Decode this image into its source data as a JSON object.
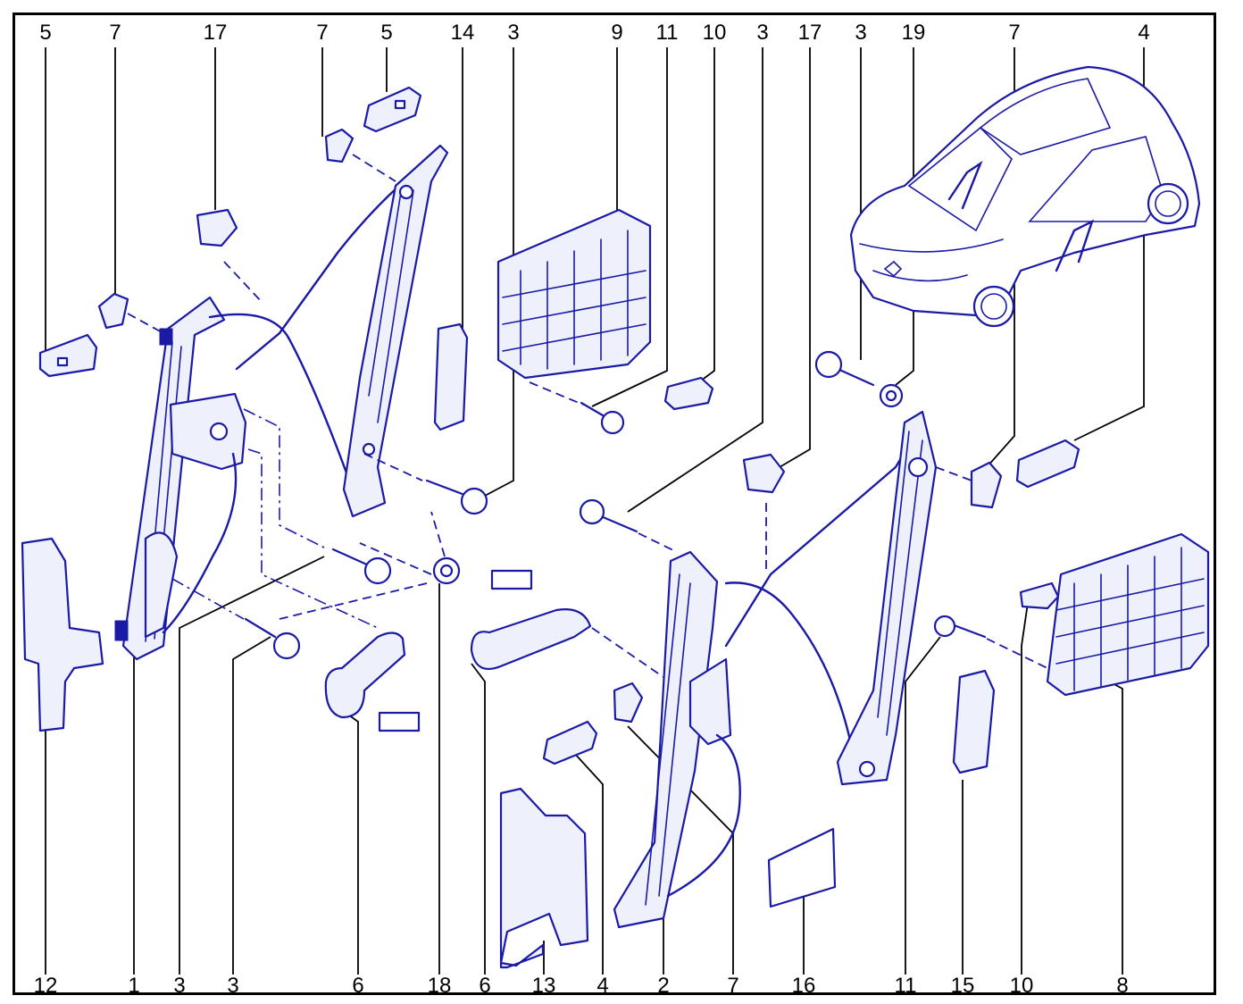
{
  "diagram": {
    "top_callouts": [
      "5",
      "7",
      "17",
      "7",
      "5",
      "14",
      "3",
      "9",
      "11",
      "10",
      "3",
      "17",
      "3",
      "19",
      "7",
      "4"
    ],
    "bottom_callouts": [
      "12",
      "1",
      "3",
      "3",
      "6",
      "18",
      "6",
      "13",
      "4",
      "2",
      "7",
      "16",
      "11",
      "15",
      "10",
      "8"
    ],
    "colors": {
      "line": "#1a1aa6",
      "fill": "#eef0fb",
      "frame": "#000000",
      "text": "#000000"
    }
  }
}
